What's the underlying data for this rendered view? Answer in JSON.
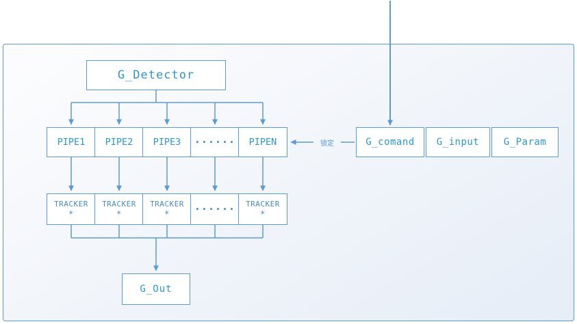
{
  "page": {
    "detector_label": "G_Detector",
    "pipes": [
      "PIPE1",
      "PIPE2",
      "PIPE3",
      "······",
      "PIPEN"
    ],
    "trackers": [
      {
        "line1": "TRACKER",
        "line2": "*"
      },
      {
        "line1": "TRACKER",
        "line2": "*"
      },
      {
        "line1": "TRACKER",
        "line2": "*"
      },
      {
        "line1": "······",
        "line2": ""
      },
      {
        "line1": "TRACKER",
        "line2": "*"
      }
    ],
    "out_label": "G_Out",
    "command_boxes": [
      "G_comand",
      "G_input",
      "G_Param"
    ],
    "lock_label": "锁定",
    "colors": {
      "accent": "#5B9BD5",
      "label_text": "#2e98cc",
      "frame_background": "#eef2f9"
    }
  }
}
